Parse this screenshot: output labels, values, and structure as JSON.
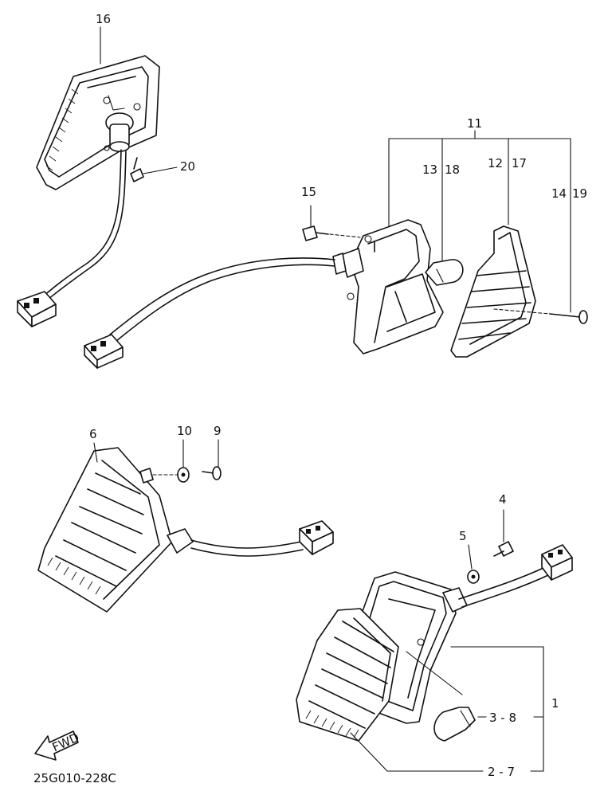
{
  "labels": {
    "p1": "1",
    "p2_7": "2 - 7",
    "p3_8": "3 - 8",
    "p4": "4",
    "p5": "5",
    "p6": "6",
    "p9": "9",
    "p10": "10",
    "p11": "11",
    "p12": "12",
    "p13": "13",
    "p14": "14",
    "p15": "15",
    "p16": "16",
    "p17": "17",
    "p18": "18",
    "p19": "19",
    "p20": "20"
  },
  "fwd_label": "FWD",
  "drawing_code": "25G010-228C"
}
